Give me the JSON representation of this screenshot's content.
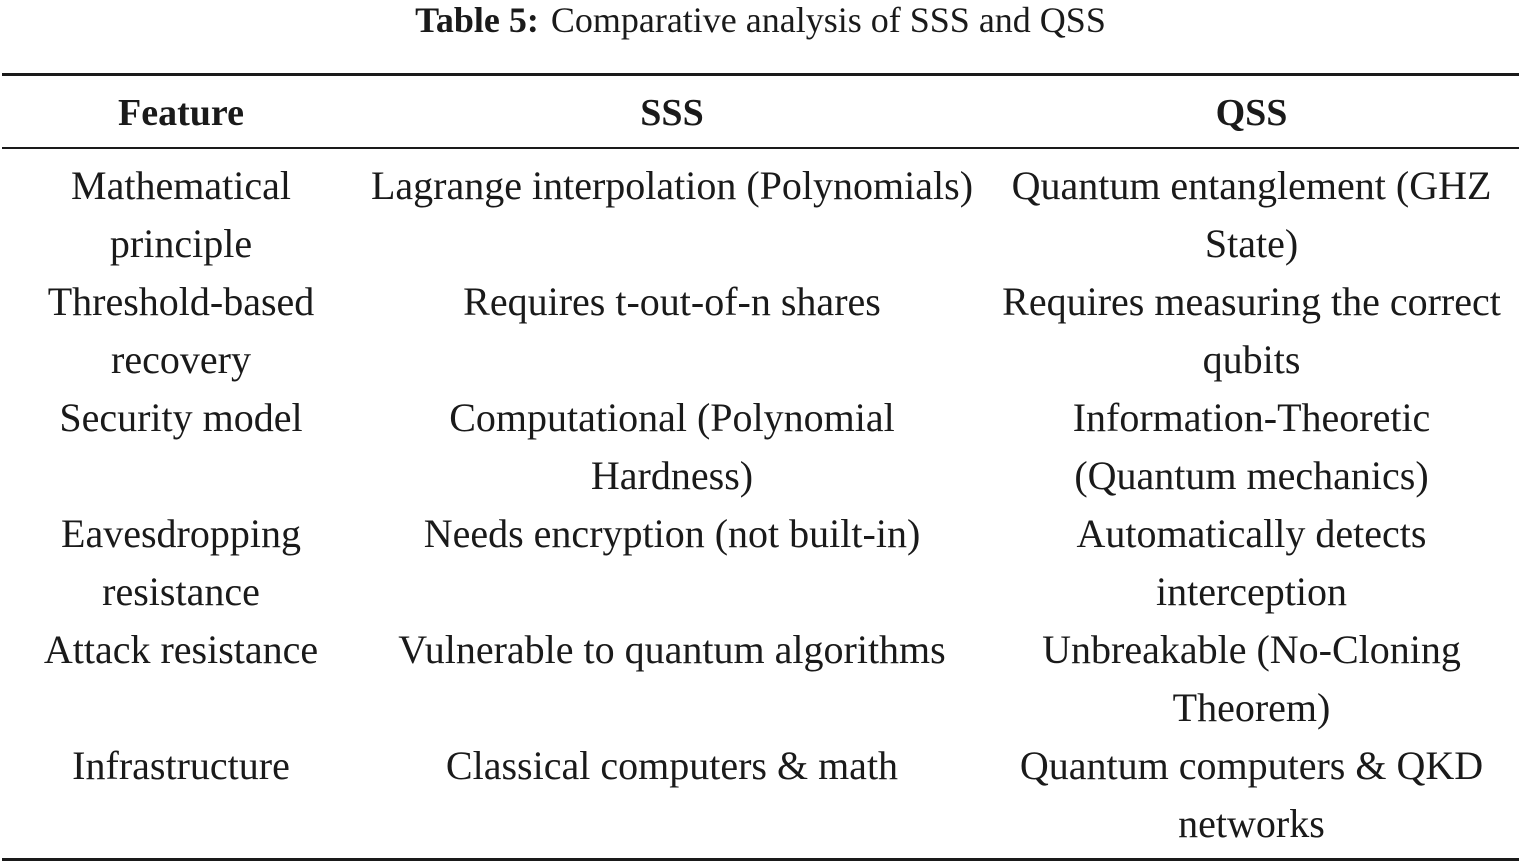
{
  "caption": {
    "label": "Table 5:",
    "text": "Comparative analysis of SSS and QSS"
  },
  "table": {
    "headers": [
      "Feature",
      "SSS",
      "QSS"
    ],
    "rows": [
      [
        "Mathematical principle",
        "Lagrange interpolation (Polynomials)",
        "Quantum entanglement (GHZ State)"
      ],
      [
        "Threshold-based recovery",
        "Requires t-out-of-n shares",
        "Requires measuring the correct qubits"
      ],
      [
        "Security model",
        "Computational (Polynomial Hardness)",
        "Information-Theoretic (Quantum mechanics)"
      ],
      [
        "Eavesdropping resistance",
        "Needs encryption (not built-in)",
        "Automatically detects interception"
      ],
      [
        "Attack resistance",
        "Vulnerable to quantum algorithms",
        "Unbreakable (No-Cloning Theorem)"
      ],
      [
        "Infrastructure",
        "Classical computers & math",
        "Quantum computers & QKD networks"
      ]
    ]
  }
}
